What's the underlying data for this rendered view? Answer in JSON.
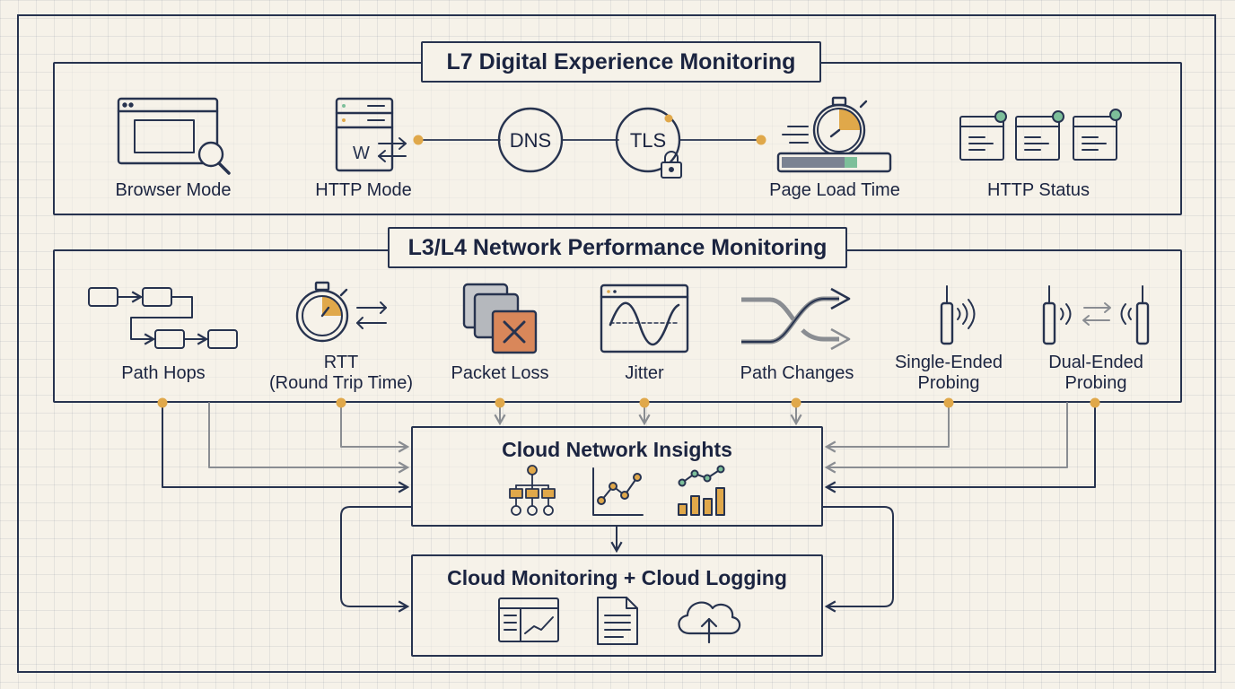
{
  "l7": {
    "title": "L7 Digital Experience Monitoring",
    "items": {
      "browser_mode": "Browser Mode",
      "http_mode": "HTTP Mode",
      "page_load_time": "Page Load Time",
      "http_status": "HTTP Status"
    },
    "w_glyph": "W",
    "dns": "DNS",
    "tls": "TLS"
  },
  "l3l4": {
    "title": "L3/L4 Network Performance Monitoring",
    "items": {
      "path_hops": "Path Hops",
      "rtt_line1": "RTT",
      "rtt_line2": "(Round Trip Time)",
      "packet_loss": "Packet Loss",
      "jitter": "Jitter",
      "path_changes": "Path Changes",
      "single_line1": "Single-Ended",
      "single_line2": "Probing",
      "dual_line1": "Dual-Ended",
      "dual_line2": "Probing"
    }
  },
  "insights": {
    "title": "Cloud Network Insights"
  },
  "monitoring": {
    "title": "Cloud Monitoring + Cloud Logging"
  },
  "colors": {
    "ink": "#27334f",
    "accent": "#e0a84a",
    "orange_fill": "#d9875a",
    "grey_arrow": "#8a8d92",
    "green_dot": "#7dbf9a"
  }
}
